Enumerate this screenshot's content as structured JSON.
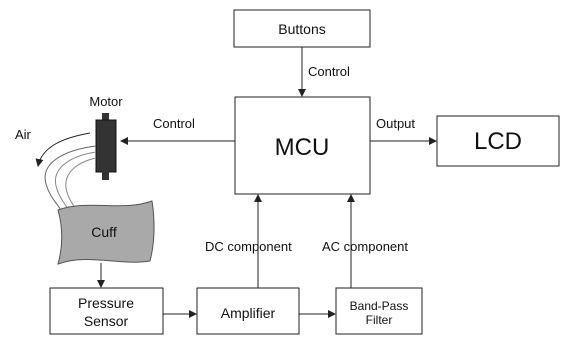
{
  "blocks": {
    "buttons": "Buttons",
    "mcu": "MCU",
    "lcd": "LCD",
    "motor": "Motor",
    "cuff": "Cuff",
    "pressure_sensor": [
      "Pressure",
      "Sensor"
    ],
    "amplifier": "Amplifier",
    "band_pass_filter": [
      "Band-Pass",
      "Filter"
    ]
  },
  "connections": {
    "buttons_to_mcu": "Control",
    "mcu_to_motor": "Control",
    "mcu_to_lcd": "Output",
    "amplifier_to_mcu": "DC component",
    "filter_to_mcu": "AC component",
    "motor_air": "Air"
  },
  "colors": {
    "stroke": "#222222",
    "motor_fill": "#333333",
    "cuff_fill": "#a9a9a9"
  }
}
